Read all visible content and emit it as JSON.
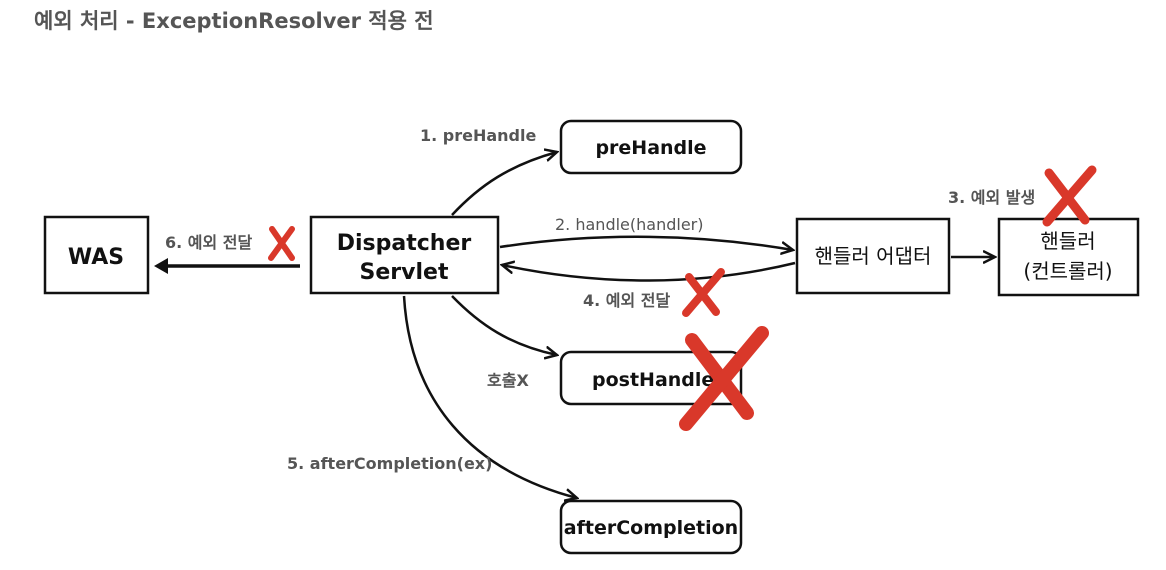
{
  "title": "예외 처리 - ExceptionResolver 적용 전",
  "nodes": {
    "was": "WAS",
    "dispatcher_line1": "Dispatcher",
    "dispatcher_line2": "Servlet",
    "prehandle": "preHandle",
    "posthandle": "postHandle",
    "aftercompletion": "afterCompletion",
    "handler_adapter": "핸들러 어댑터",
    "handler_line1": "핸들러",
    "handler_line2": "(컨트롤러)"
  },
  "edge_labels": {
    "pre_handle": "1. preHandle",
    "handle": "2. handle(handler)",
    "exception_occurred": "3. 예외 발생",
    "exception_pass_4": "4. 예외 전달",
    "after_completion": "5. afterCompletion(ex)",
    "exception_pass_6": "6. 예외 전달",
    "not_called": "호출X"
  },
  "colors": {
    "cross": "#d9382a",
    "arrow": "#111111",
    "title": "#555555"
  }
}
